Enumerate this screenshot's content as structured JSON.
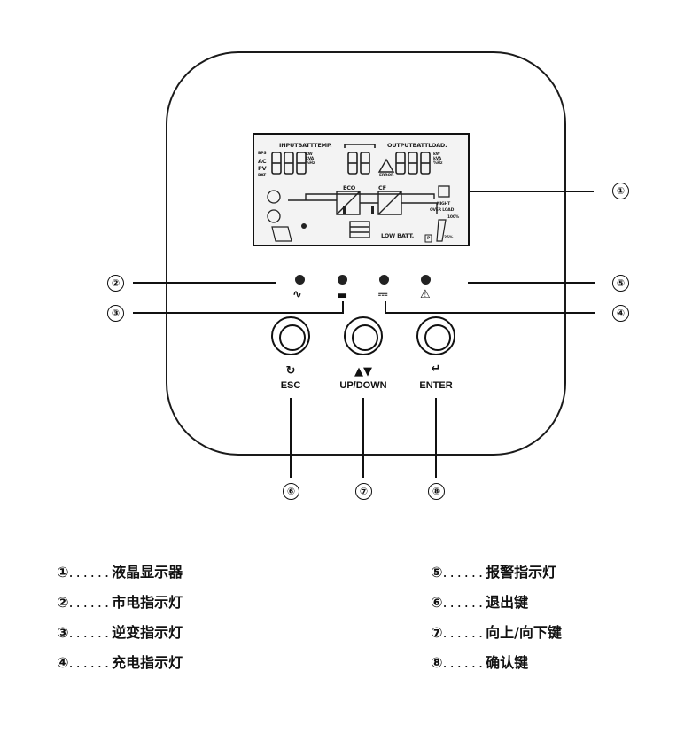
{
  "lcd": {
    "top_left": "INPUTBATTTEMP.",
    "top_right": "OUTPUTBATTLOAD.",
    "eco": "ECO",
    "cf": "CF",
    "error": "ERROR",
    "low_batt": "LOW BATT.",
    "night": "NIGHT",
    "over_load": "OVER LOAD",
    "load_100": "100%",
    "load_25": "25%",
    "p_letter": "P",
    "digit_char": "8",
    "bps": "BPS",
    "ac": "AC",
    "pv": "PV",
    "bat": "BAT",
    "units_left": "kW\nkVA\n%Hz",
    "units_right": "kW\nkVA\n%Hz"
  },
  "leds": [
    {
      "symbol": "∿"
    },
    {
      "symbol": "▬"
    },
    {
      "symbol": "⎓"
    },
    {
      "symbol": "⚠"
    }
  ],
  "buttons": [
    {
      "icon": "↻",
      "label": "ESC"
    },
    {
      "icon": "▲▼",
      "label": "UP/DOWN"
    },
    {
      "icon": "↵",
      "label": "ENTER"
    }
  ],
  "markers": {
    "m1": "①",
    "m2": "②",
    "m3": "③",
    "m4": "④",
    "m5": "⑤",
    "m6": "⑥",
    "m7": "⑦",
    "m8": "⑧"
  },
  "legend": {
    "left": [
      {
        "num": "①",
        "dots": "......",
        "text": "液晶显示器"
      },
      {
        "num": "②",
        "dots": "......",
        "text": "市电指示灯"
      },
      {
        "num": "③",
        "dots": "......",
        "text": "逆变指示灯"
      },
      {
        "num": "④",
        "dots": "......",
        "text": "充电指示灯"
      }
    ],
    "right": [
      {
        "num": "⑤",
        "dots": "......",
        "text": "报警指示灯"
      },
      {
        "num": "⑥",
        "dots": "......",
        "text": "退出键"
      },
      {
        "num": "⑦",
        "dots": "......",
        "text": "向上/向下键"
      },
      {
        "num": "⑧",
        "dots": "......",
        "text": "确认键"
      }
    ]
  }
}
